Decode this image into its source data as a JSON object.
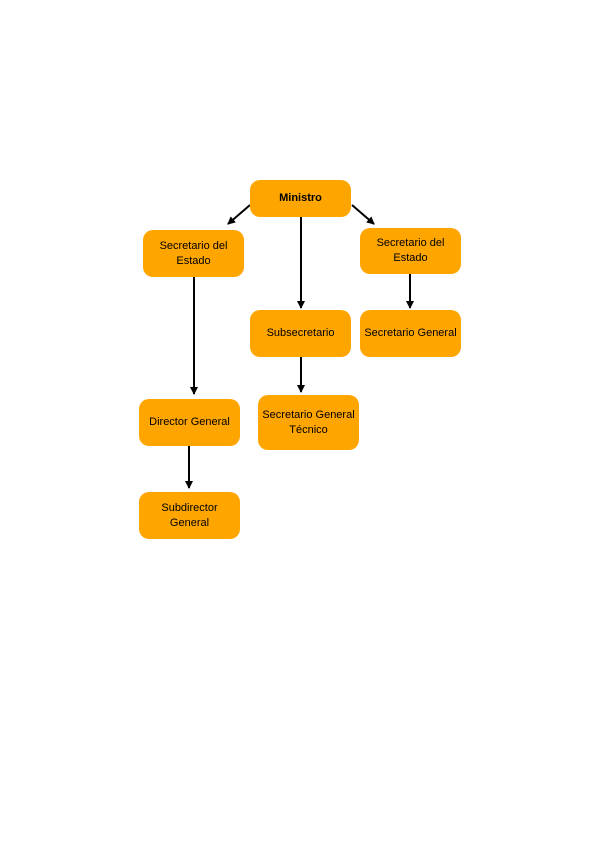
{
  "colors": {
    "node_fill": "#ffa500",
    "text": "#000000",
    "connector": "#000000"
  },
  "nodes": {
    "ministro": "Ministro",
    "secretario_estado_left": "Secretario del Estado",
    "secretario_estado_right": "Secretario del Estado",
    "subsecretario": "Subsecretario",
    "secretario_general_right": "Secretario General",
    "director_general": "Director General",
    "secretario_general_tecnico": "Secretario General Técnico",
    "subdirector_general": "Subdirector General"
  }
}
